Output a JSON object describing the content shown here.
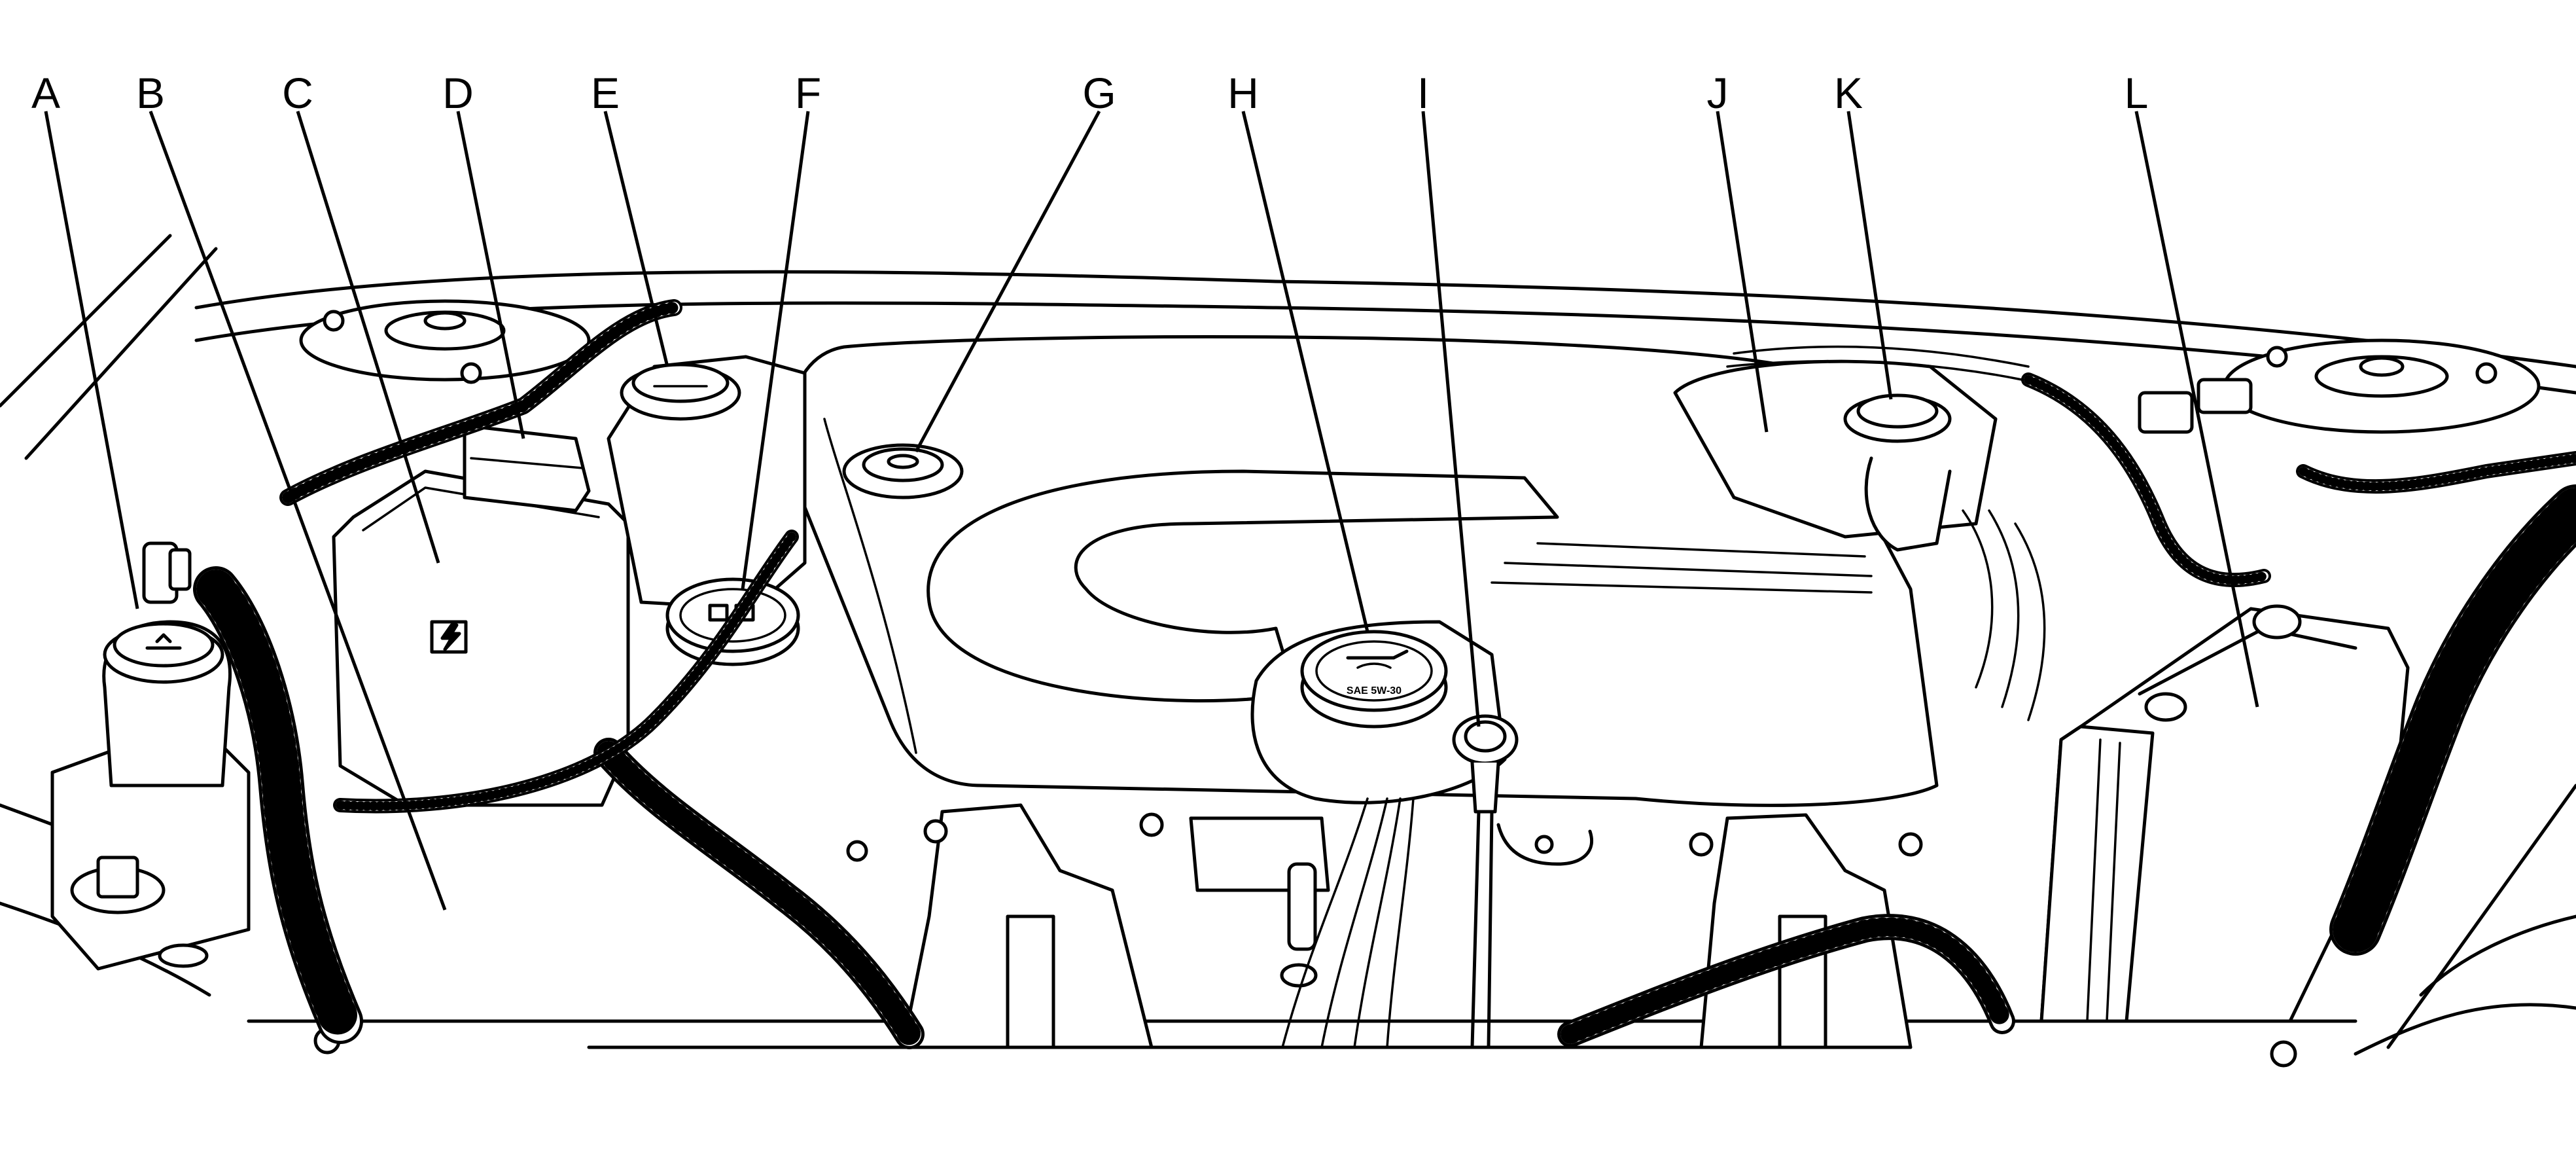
{
  "callouts": [
    {
      "id": "A",
      "label": "A"
    },
    {
      "id": "B",
      "label": "B"
    },
    {
      "id": "C",
      "label": "C"
    },
    {
      "id": "D",
      "label": "D"
    },
    {
      "id": "E",
      "label": "E"
    },
    {
      "id": "F",
      "label": "F"
    },
    {
      "id": "G",
      "label": "G"
    },
    {
      "id": "H",
      "label": "H"
    },
    {
      "id": "I",
      "label": "I"
    },
    {
      "id": "J",
      "label": "J"
    },
    {
      "id": "K",
      "label": "K"
    },
    {
      "id": "L",
      "label": "L"
    }
  ],
  "oil_cap_text": "SAE 5W-30",
  "colors": {
    "ink": "#000000",
    "background": "#ffffff"
  }
}
